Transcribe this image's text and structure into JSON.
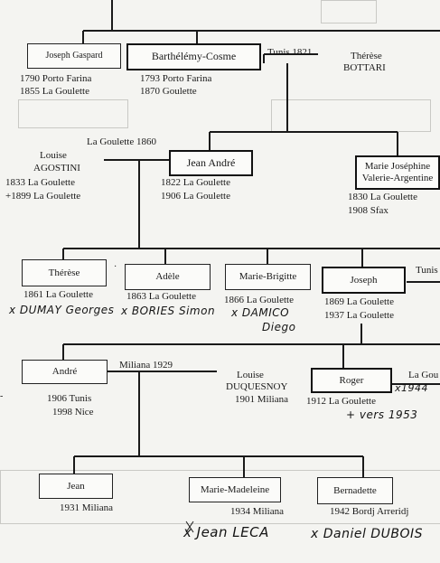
{
  "persons": {
    "joseph_gaspard": {
      "name": "Joseph Gaspard",
      "birth": "1790 Porto Farina",
      "death": "1855 La Goulette"
    },
    "barthelemy_cosme": {
      "name": "Barthélémy-Cosme",
      "birth": "1793 Porto Farina",
      "death": "1870 Goulette"
    },
    "therese_bottari": {
      "first": "Thérèse",
      "last": "BOTTARI"
    },
    "louise_agostini": {
      "first": "Louise",
      "last": "AGOSTINI",
      "birth": "1833 La Goulette",
      "death": "+1899 La Goulette"
    },
    "jean_andre": {
      "name": "Jean André",
      "birth": "1822 La Goulette",
      "death": "1906 La Goulette"
    },
    "marie_josephine": {
      "line1": "Marie Joséphine",
      "line2": "Valerie-Argentine",
      "birth": "1830 La Goulette",
      "death": "1908 Sfax"
    },
    "therese": {
      "name": "Thérèse",
      "birth": "1861 La Goulette",
      "spouse_note": "x DUMAY Georges"
    },
    "adele": {
      "name": "Adèle",
      "birth": "1863 La Goulette",
      "spouse_note": "x BORIES Simon"
    },
    "marie_brigitte": {
      "name": "Marie-Brigitte",
      "birth": "1866 La Goulette",
      "spouse_note_1": "x DAMICO",
      "spouse_note_2": "Diego"
    },
    "joseph": {
      "name": "Joseph",
      "birth": "1869 La Goulette",
      "death": "1937 La Goulette"
    },
    "andre": {
      "name": "André",
      "birth": "1906 Tunis",
      "death": "1998 Nice"
    },
    "louise_duquesnoy": {
      "first": "Louise",
      "last": "DUQUESNOY",
      "birth": "1901 Miliana"
    },
    "roger": {
      "name": "Roger",
      "birth": "1912 La Goulette",
      "marriage": "x1944",
      "death_note": "+ vers 1953"
    },
    "jean": {
      "name": "Jean",
      "birth": "1931 Miliana"
    },
    "marie_madeleine": {
      "name": "Marie-Madeleine",
      "birth": "1934 Miliana",
      "spouse_note": "x Jean LECA"
    },
    "bernadette": {
      "name": "Bernadette",
      "birth": "1942 Bordj Arreridj",
      "spouse_note": "x Daniel DUBOIS"
    }
  },
  "marriages": {
    "tunis_1821": "Tunis 1821",
    "la_goulette_1860": "La Goulette 1860",
    "miliana_1929": "Miliana 1929"
  },
  "cutoff": {
    "tunis_edge": "Tunis",
    "la_gou_edge": "La Gou"
  }
}
